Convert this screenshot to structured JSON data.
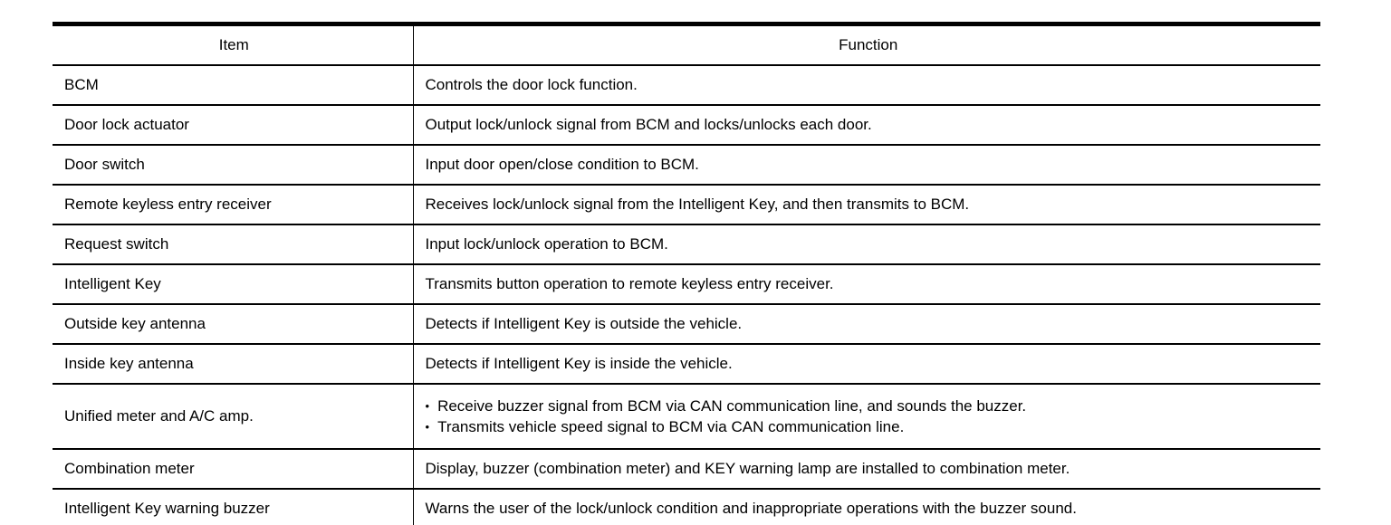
{
  "table": {
    "headers": {
      "item": "Item",
      "function": "Function"
    },
    "rows": [
      {
        "item": "BCM",
        "functions": [
          "Controls the door lock function."
        ],
        "bullets": false
      },
      {
        "item": "Door lock actuator",
        "functions": [
          "Output lock/unlock signal from BCM and locks/unlocks each door."
        ],
        "bullets": false
      },
      {
        "item": "Door switch",
        "functions": [
          "Input door open/close condition to BCM."
        ],
        "bullets": false
      },
      {
        "item": "Remote keyless entry receiver",
        "functions": [
          "Receives lock/unlock signal from the Intelligent Key, and then transmits to BCM."
        ],
        "bullets": false
      },
      {
        "item": "Request switch",
        "functions": [
          "Input lock/unlock operation to BCM."
        ],
        "bullets": false
      },
      {
        "item": "Intelligent Key",
        "functions": [
          "Transmits button operation to remote keyless entry receiver."
        ],
        "bullets": false
      },
      {
        "item": "Outside key antenna",
        "functions": [
          "Detects if Intelligent Key is outside the vehicle."
        ],
        "bullets": false
      },
      {
        "item": "Inside key antenna",
        "functions": [
          "Detects if Intelligent Key is inside the vehicle."
        ],
        "bullets": false
      },
      {
        "item": "Unified meter and A/C amp.",
        "functions": [
          "Receive buzzer signal from BCM via CAN communication line, and sounds the buzzer.",
          "Transmits vehicle speed signal to BCM via CAN communication line."
        ],
        "bullets": true
      },
      {
        "item": "Combination meter",
        "functions": [
          "Display, buzzer (combination meter) and KEY warning lamp are installed to combination meter."
        ],
        "bullets": false
      },
      {
        "item": "Intelligent Key warning buzzer",
        "functions": [
          "Warns the user of the lock/unlock condition and inappropriate operations with the buzzer sound."
        ],
        "bullets": false
      }
    ],
    "bullet_glyph": "•",
    "text_color": "#000000",
    "border_color": "#000000",
    "background_color": "#ffffff"
  }
}
